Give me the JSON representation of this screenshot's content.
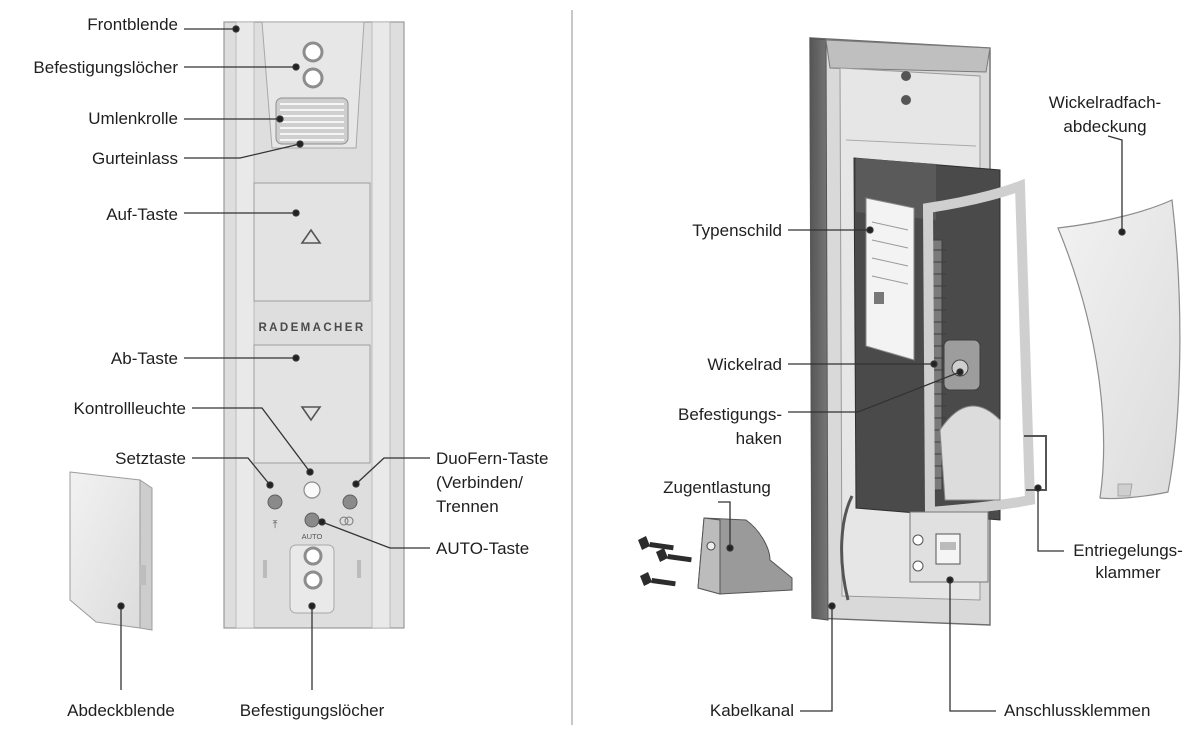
{
  "left_panel": {
    "brand": "RADEMACHER",
    "auto_mark": "AUTO",
    "labels": {
      "frontblende": "Frontblende",
      "befestigungsloecher_top": "Befestigungslöcher",
      "umlenkrolle": "Umlenkrolle",
      "gurteinlass": "Gurteinlass",
      "auf_taste": "Auf-Taste",
      "ab_taste": "Ab-Taste",
      "kontrollleuchte": "Kontrollleuchte",
      "setztaste": "Setztaste",
      "duofern_taste_line1": "DuoFern-Taste",
      "duofern_taste_line2": "(Verbinden/",
      "duofern_taste_line3": "Trennen",
      "auto_taste": "AUTO-Taste",
      "abdeckblende": "Abdeckblende",
      "befestigungsloecher_bottom": "Befestigungslöcher"
    }
  },
  "right_panel": {
    "labels": {
      "typenschild": "Typenschild",
      "wickelrad": "Wickelrad",
      "befestigungshaken_line1": "Befestigungs-",
      "befestigungshaken_line2": "haken",
      "zugentlastung": "Zugentlastung",
      "kabelkanal": "Kabelkanal",
      "wickelradfach_line1": "Wickelradfach-",
      "wickelradfach_line2": "abdeckung",
      "entriegelung_line1": "Entriegelungs-",
      "entriegelung_line2": "klammer",
      "anschlussklemmen": "Anschlussklemmen"
    }
  }
}
